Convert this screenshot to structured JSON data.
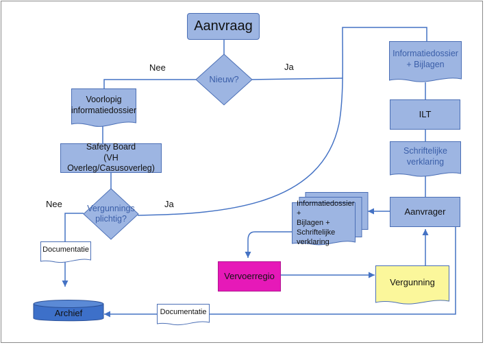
{
  "nodes": {
    "aanvraag": "Aanvraag",
    "nieuw": "Nieuw?",
    "voorlopig": "Voorlopig informatiedossier",
    "safety_board_line1": "Safety Board",
    "safety_board_line2": "(VH Overleg/Casusoverleg)",
    "vergunningsplichtig_line1": "Vergunnings",
    "vergunningsplichtig_line2": "plichtig?",
    "informatiedossier_bijlagen_line1": "Informatiedossier",
    "informatiedossier_bijlagen_line2": "+ Bijlagen",
    "ilt": "ILT",
    "schriftelijke_line1": "Schriftelijke",
    "schriftelijke_line2": "verklaring",
    "aanvrager": "Aanvrager",
    "stack_line1": "Informatiedossier +",
    "stack_line2": "Bijlagen +",
    "stack_line3": "Schriftelijke",
    "stack_line4": "verklaring",
    "vervoerregio": "Vervoerregio",
    "vergunning": "Vergunning",
    "documentatie_left": "Documentatie",
    "documentatie_bottom": "Documentatie",
    "archief": "Archief"
  },
  "edge_labels": {
    "nee_top": "Nee",
    "ja_top": "Ja",
    "nee_bottom": "Nee",
    "ja_bottom": "Ja"
  },
  "colors": {
    "box_fill": "#9db5e2",
    "box_border": "#4a6eb5",
    "connector": "#4472c4",
    "vervoerregio_fill": "#e619b8",
    "vergunning_fill": "#fbf79b",
    "archief_fill": "#3d70c9"
  }
}
